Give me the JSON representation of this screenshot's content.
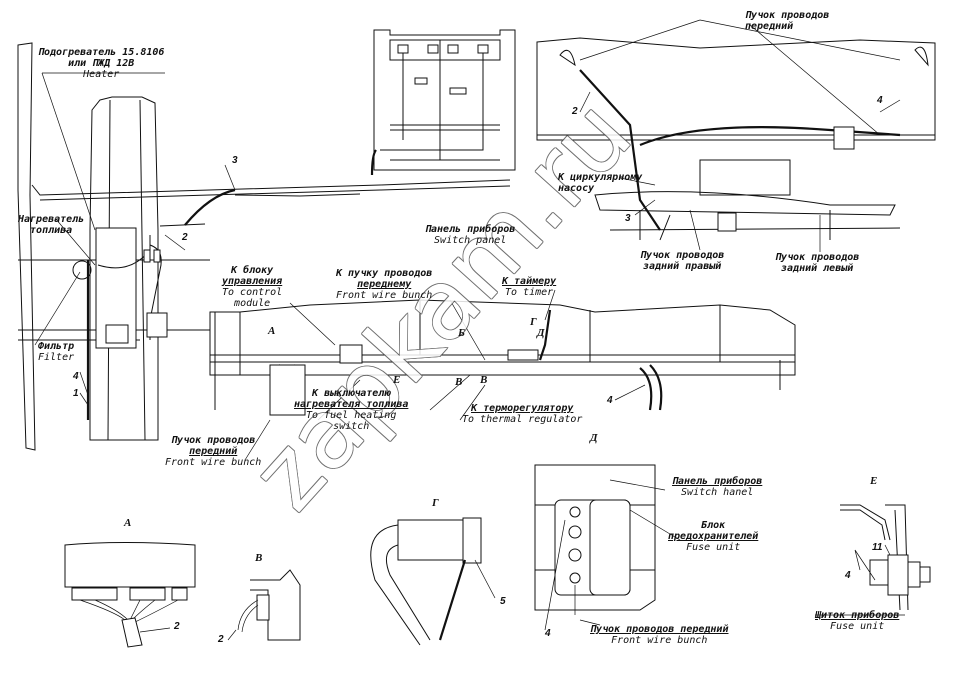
{
  "diagram": {
    "title": "Heater wiring installation",
    "watermark": "zapkam.ru",
    "labels": {
      "heater": {
        "ru_line1": "Подогреватель 15.8106",
        "ru_line2": "или ПЖД 12В",
        "en": "Heater"
      },
      "fuel_heater": {
        "ru_line1": "Нагреватель",
        "ru_line2": "топлива"
      },
      "filter": {
        "ru": "Фильтр",
        "en": "Filter"
      },
      "front_bunch_top": {
        "ru_line1": "Пучок проводов",
        "ru_line2": "передний"
      },
      "circ_pump": {
        "ru_line1": "К циркулярному",
        "ru_line2": "насосу"
      },
      "rear_right_bunch": {
        "ru_line1": "Пучок проводов",
        "ru_line2": "задний правый"
      },
      "rear_left_bunch": {
        "ru_line1": "Пучок проводов",
        "ru_line2": "задний левый"
      },
      "switch_panel": {
        "ru": "Панель приборов",
        "en": "Switch panel"
      },
      "control_module": {
        "ru_line1": "К блоку",
        "ru_line2": "управления",
        "en_line1": "To control",
        "en_line2": "module"
      },
      "front_wire_bunch_mid": {
        "ru_line1": "К пучку проводов",
        "ru_line2": "переднему",
        "en": "Front wire bunch"
      },
      "timer": {
        "ru": "К таймеру",
        "en": "To timer"
      },
      "fuel_heating_switch": {
        "ru_line1": "К выключателю",
        "ru_line2": "нагревателя топлива",
        "en_line1": "To fuel heating",
        "en_line2": "switch"
      },
      "thermal_regulator": {
        "ru": "К терморегулятору",
        "en": "To thermal regulator"
      },
      "front_bunch_left": {
        "ru_line1": "Пучок проводов",
        "ru_line2": "передний",
        "en": "Front wire bunch"
      },
      "switch_hanel_d": {
        "ru": "Панель приборов",
        "en": "Switch hanel"
      },
      "fuse_unit_d": {
        "ru_line1": "Блок",
        "ru_line2": "предохранителей",
        "en": "Fuse unit"
      },
      "front_bunch_d": {
        "ru": "Пучок проводов передний",
        "en": "Front wire bunch"
      },
      "instrument_panel_e": {
        "ru": "Щиток приборов",
        "en": "Fuse unit"
      }
    },
    "section_marks": {
      "A": "А",
      "B": "Б",
      "V": "В",
      "G": "Г",
      "D": "Д",
      "E": "Е"
    },
    "callouts": {
      "n1": "1",
      "n2": "2",
      "n3": "3",
      "n4": "4",
      "n5": "5",
      "n11": "11"
    }
  }
}
